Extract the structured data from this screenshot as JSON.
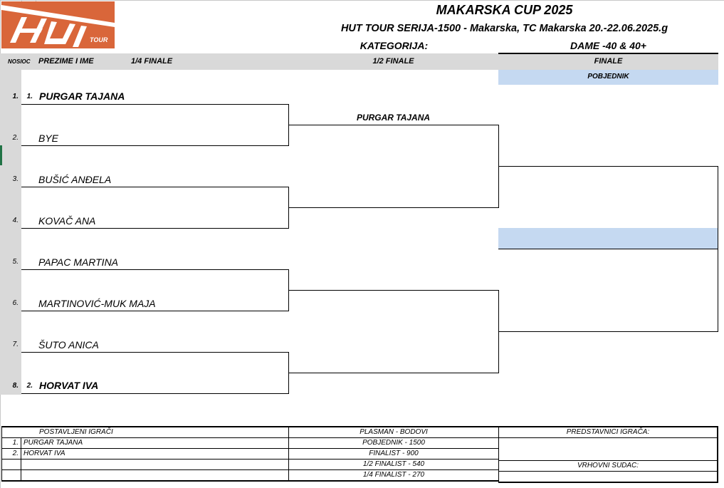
{
  "logo": {
    "main_text": "HUT",
    "sub_text": "TOUR",
    "color": "#d9663a"
  },
  "header": {
    "title": "MAKARSKA CUP 2025",
    "subtitle": "HUT TOUR SERIJA-1500 - Makarska, TC Makarska 20.-22.06.2025.g",
    "category_label": "KATEGORIJA:",
    "category_value": "DAME -40 & 40+"
  },
  "columns": {
    "seed": "NOSIOC",
    "name": "PREZIME I IME",
    "quarter": "1/4 FINALE",
    "semi": "1/2 FINALE",
    "final": "FINALE",
    "winner": "POBJEDNIK"
  },
  "draw": [
    {
      "position": "1.",
      "seed": "1.",
      "name": "PURGAR TAJANA",
      "seeded": true
    },
    {
      "position": "2.",
      "seed": "",
      "name": "BYE",
      "seeded": false
    },
    {
      "position": "3.",
      "seed": "",
      "name": "BUŠIĆ ANĐELA",
      "seeded": false
    },
    {
      "position": "4.",
      "seed": "",
      "name": "KOVAČ ANA",
      "seeded": false
    },
    {
      "position": "5.",
      "seed": "",
      "name": "PAPAC MARTINA",
      "seeded": false
    },
    {
      "position": "6.",
      "seed": "",
      "name": "MARTINOVIĆ-MUK MAJA",
      "seeded": false
    },
    {
      "position": "7.",
      "seed": "",
      "name": "ŠUTO ANICA",
      "seeded": false
    },
    {
      "position": "8.",
      "seed": "2.",
      "name": "HORVAT IVA",
      "seeded": true
    }
  ],
  "quarter_winners": [
    "PURGAR TAJANA",
    "",
    "",
    ""
  ],
  "semi_winners": [
    "",
    ""
  ],
  "final_winner": "",
  "footer": {
    "seeded_header": "POSTAVLJENI IGRAČI",
    "seeded": [
      {
        "num": "1.",
        "name": "PURGAR TAJANA"
      },
      {
        "num": "2.",
        "name": "HORVAT IVA"
      },
      {
        "num": "",
        "name": ""
      },
      {
        "num": "",
        "name": ""
      }
    ],
    "points_header": "PLASMAN  -  BODOVI",
    "points": [
      "POBJEDNIK  -  1500",
      "FINALIST  -  900",
      "1/2 FINALIST  -  540",
      "1/4 FINALIST  -  270"
    ],
    "reps_label": "PREDSTAVNICI IGRAČA:",
    "referee_label": "VRHOVNI SUDAC:"
  },
  "colors": {
    "header_band": "#d9d9d9",
    "winner_band": "#c5d9f1"
  }
}
